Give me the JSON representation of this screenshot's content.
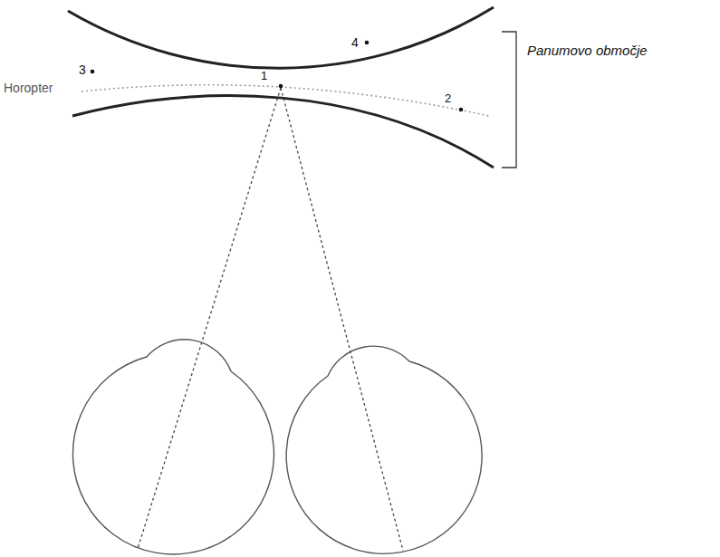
{
  "diagram": {
    "labels": [
      "4",
      "Panumovo območje",
      "3",
      "1",
      "Horopter",
      "2"
    ]
  }
}
